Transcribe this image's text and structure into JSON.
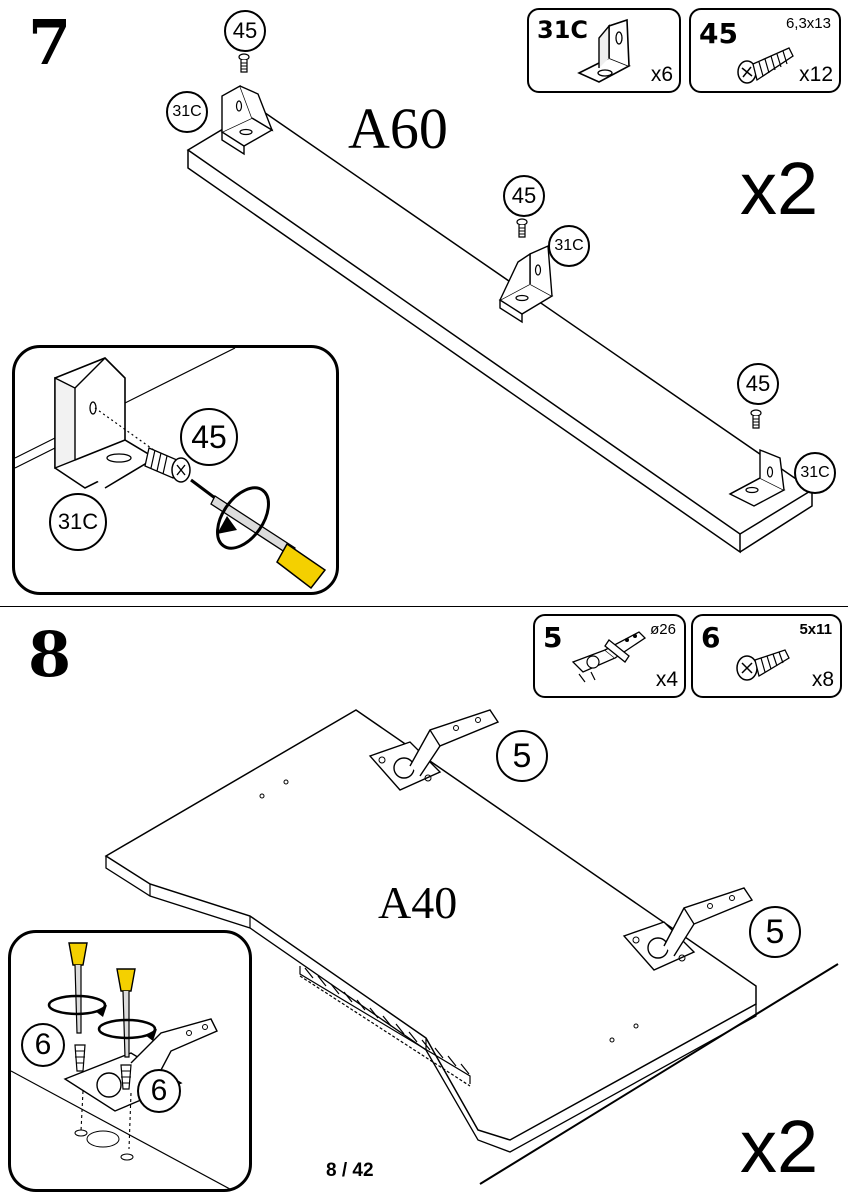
{
  "page": {
    "number": "8 / 42"
  },
  "step7": {
    "number": "7",
    "panel_label": "A60",
    "multiplier": "x2",
    "parts": [
      {
        "code": "31C",
        "quantity": "x6",
        "icon": "bracket-icon"
      },
      {
        "code": "45",
        "size": "6,3x13",
        "quantity": "x12",
        "icon": "screw-icon"
      }
    ],
    "callouts": {
      "screw": "45",
      "bracket": "31C"
    },
    "inset": {
      "screw_label": "45",
      "bracket_label": "31C"
    }
  },
  "step8": {
    "number": "8",
    "panel_label": "A40",
    "multiplier": "x2",
    "parts": [
      {
        "code": "5",
        "size": "ø26",
        "quantity": "x4",
        "icon": "hinge-icon"
      },
      {
        "code": "6",
        "size": "5x11",
        "quantity": "x8",
        "icon": "screw-icon"
      }
    ],
    "callouts": {
      "hinge": "5"
    },
    "inset": {
      "screw_label": "6"
    }
  }
}
